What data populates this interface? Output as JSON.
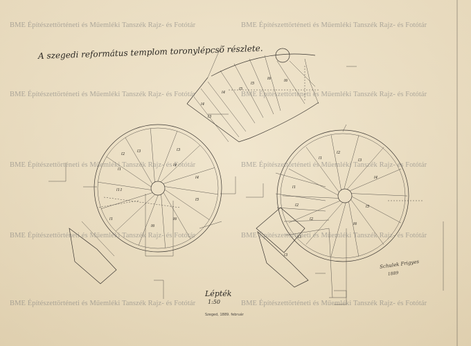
{
  "title": "A szegedi református templom toronylépcső részlete.",
  "watermark": "BME Építészettörténeti és Műemléki Tanszék Rajz- és Fotótár",
  "scale_label": "Lépték",
  "scale_value": "1:50",
  "signature_line1": "Schulek Frigyes",
  "signature_line2": "1889",
  "stamp": "Szeged, 1889. február",
  "colors": {
    "paper": "#e8dabd",
    "pencil": "#3a3530",
    "watermark": "#8a8a8a"
  }
}
